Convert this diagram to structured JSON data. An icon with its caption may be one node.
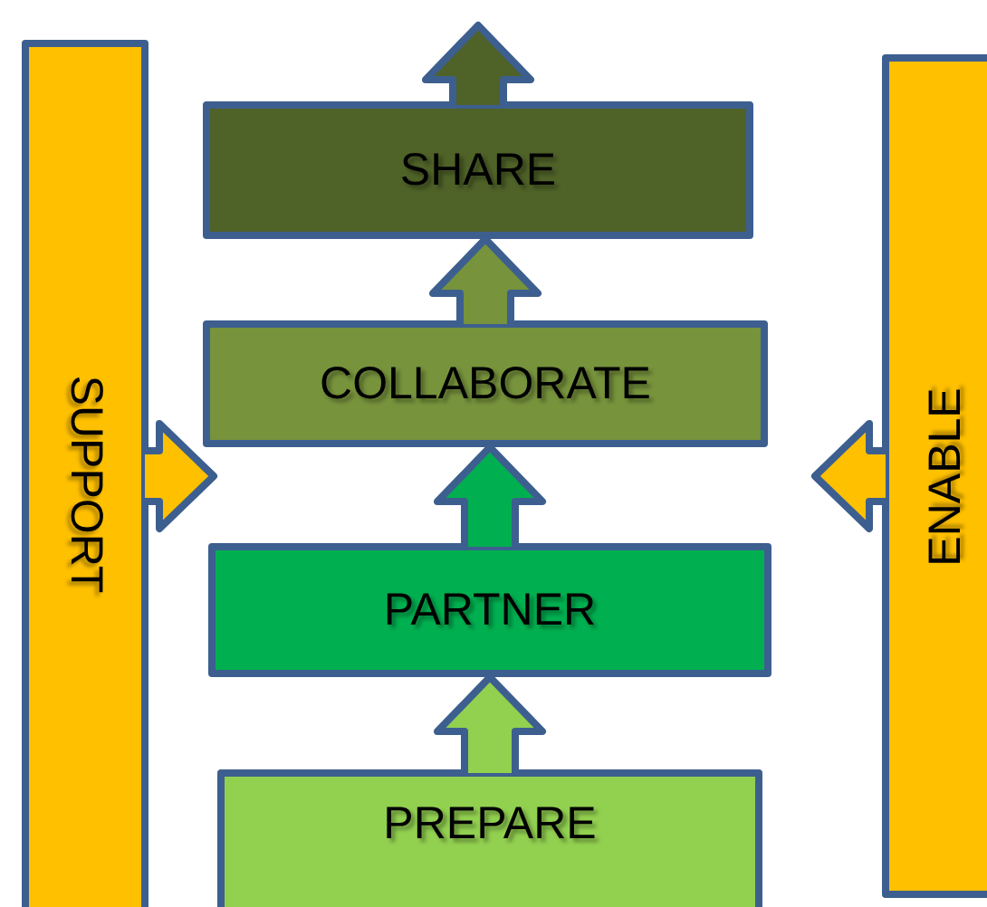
{
  "diagram": {
    "nodes": [
      {
        "text": [
          "SUPPORT"
        ]
      },
      {
        "text": [
          "SHARE"
        ]
      },
      {
        "text": [
          "COLLABORATE"
        ]
      },
      {
        "text": [
          "PARTNER"
        ]
      },
      {
        "text": [
          "PREPARE"
        ]
      },
      {
        "text": [
          "ENABLE"
        ]
      }
    ],
    "edges": [
      {
        "from": 4,
        "to": 3,
        "arrow": "to"
      },
      {
        "from": 3,
        "to": 2,
        "arrow": "to"
      },
      {
        "from": 2,
        "to": 1,
        "arrow": "to"
      },
      {
        "from": 1,
        "to": null,
        "arrow": "to"
      },
      {
        "from": 0,
        "to": null,
        "arrow": "to"
      },
      {
        "from": 5,
        "to": null,
        "arrow": "to"
      }
    ]
  }
}
